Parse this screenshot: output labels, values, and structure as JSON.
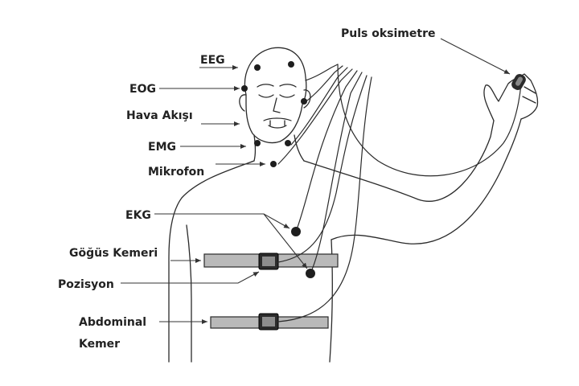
{
  "labels": {
    "eeg": "EEG",
    "eog": "EOG",
    "airflow": "Hava Akışı",
    "emg": "EMG",
    "microphone": "Mikrofon",
    "ekg": "EKG",
    "chest_belt": "Göğüs Kemeri",
    "position": "Pozisyon",
    "abdominal_1": "Abdominal",
    "abdominal_2": "Kemer",
    "pulse_oximeter": "Puls oksimetre"
  },
  "colors": {
    "outline": "#2a2a2a",
    "belt": "#b9b9b9",
    "sensor": "#1e1e1e",
    "text": "#222222"
  }
}
